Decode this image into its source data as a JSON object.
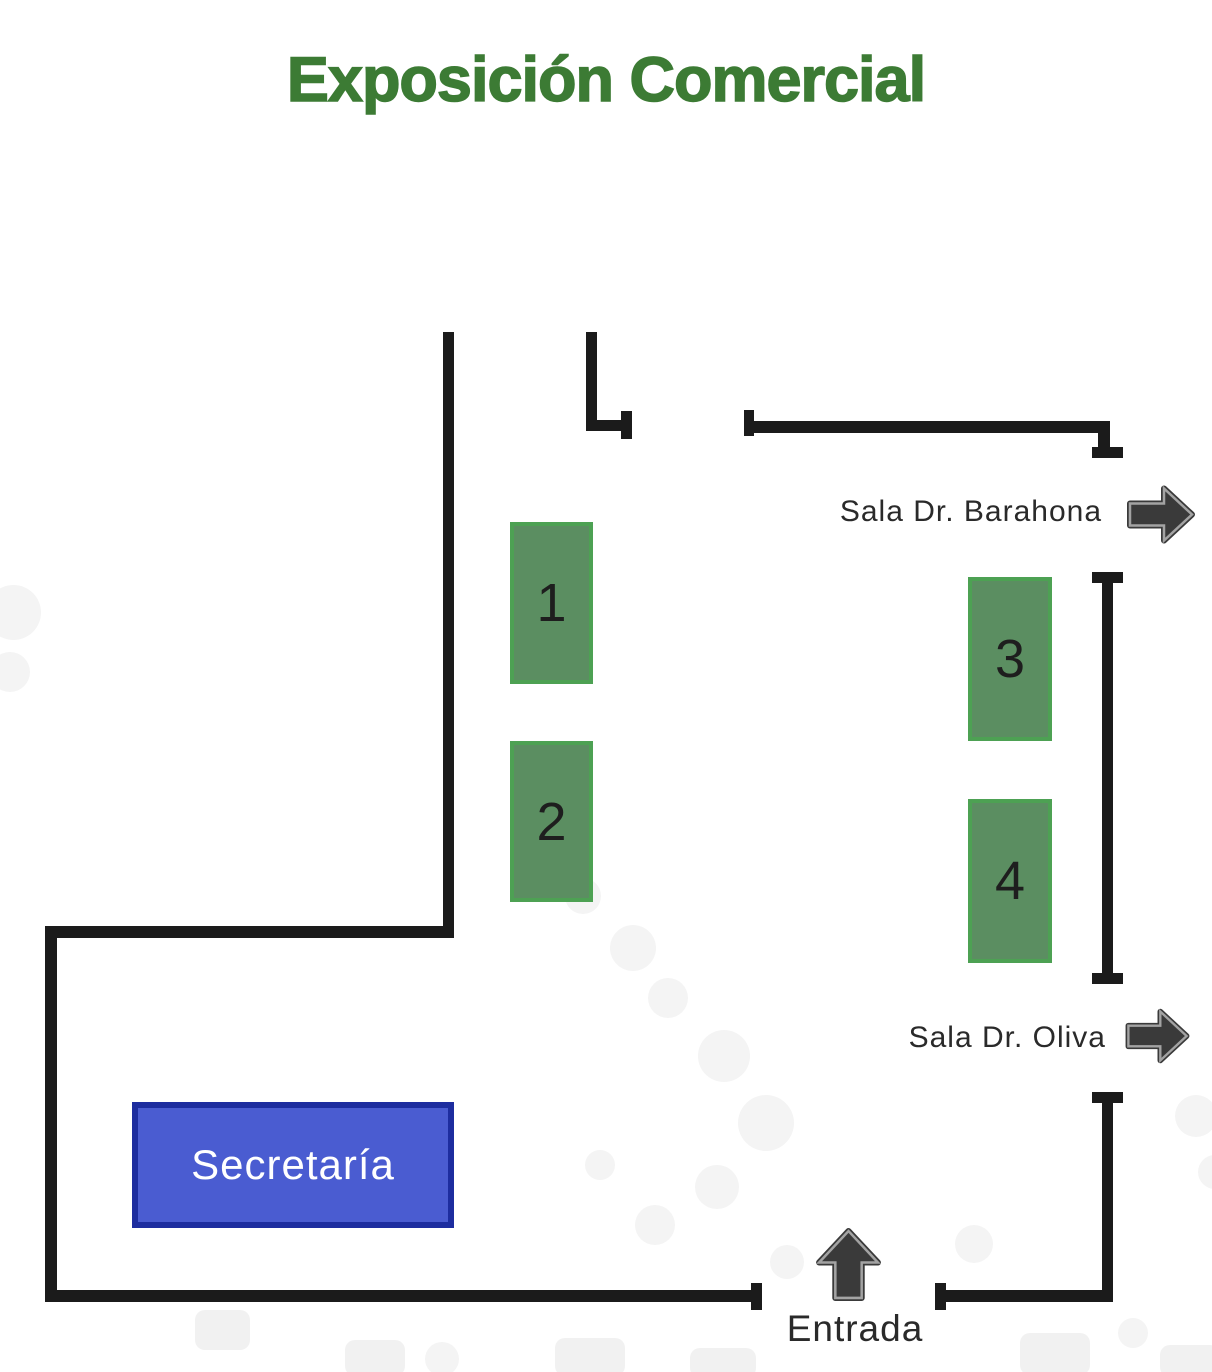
{
  "title": "Exposición Comercial",
  "booths": [
    {
      "label": "1"
    },
    {
      "label": "2"
    },
    {
      "label": "3"
    },
    {
      "label": "4"
    }
  ],
  "rooms": {
    "secretaria_label": "Secretaría",
    "sala_barahona_label": "Sala Dr. Barahona",
    "sala_oliva_label": "Sala Dr. Oliva",
    "entrada_label": "Entrada"
  },
  "icons": {
    "barahona_arrow": "right-arrow-icon",
    "oliva_arrow": "right-arrow-icon",
    "entrada_arrow": "up-arrow-icon"
  },
  "colors": {
    "title_green": "#3c7b34",
    "wall_black": "#1b1b1b",
    "booth_fill": "#5b8e61",
    "booth_border": "#4da153",
    "secretaria_fill": "#4a5cd1",
    "secretaria_border": "#1d2d9f",
    "arrow_fill": "#3a3a3a",
    "arrow_inline": "#a3a3a3",
    "label_color": "#2a2a2a"
  }
}
